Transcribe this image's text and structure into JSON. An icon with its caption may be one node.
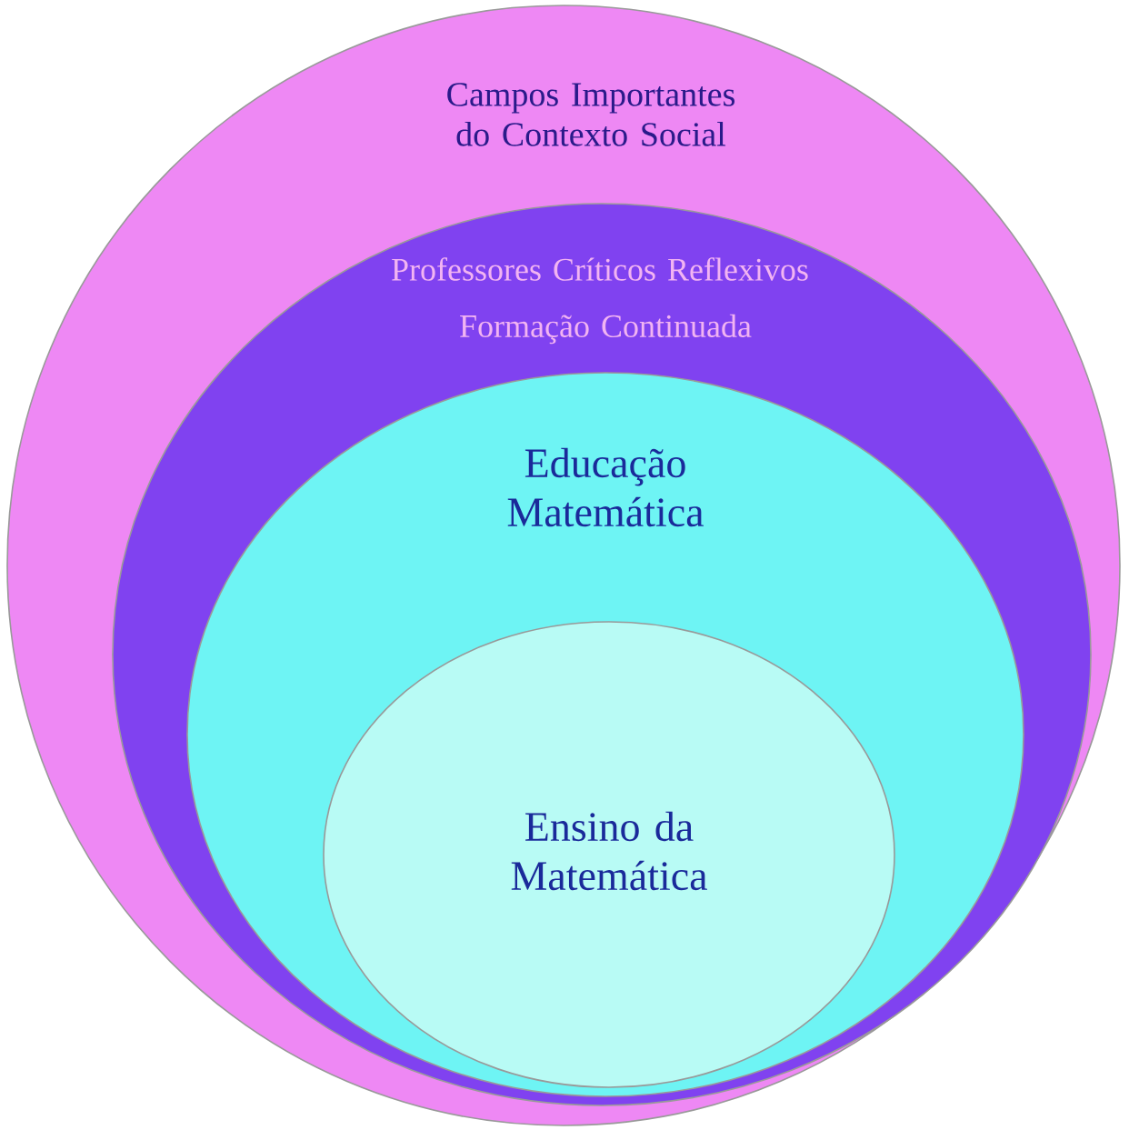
{
  "diagram": {
    "nodes": [
      {
        "text": [
          "Campos Importantes do Contexto Social"
        ]
      },
      {
        "text": [
          "Professores Críticos Reflexivos",
          "Formação Continuada"
        ],
        "in": 0
      },
      {
        "text": [
          "Educação Matemática"
        ],
        "in": 1
      },
      {
        "text": [
          "Ensino da Matemática"
        ],
        "in": 2
      }
    ]
  }
}
